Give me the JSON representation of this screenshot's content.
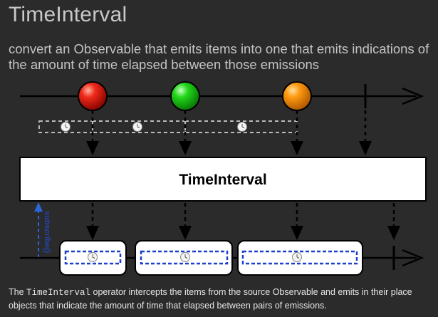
{
  "header": {
    "title": "TimeInterval",
    "subtitle": "convert an Observable that emits items into one that emits indications of the amount of time elapsed between those emissions"
  },
  "diagram": {
    "operator_label": "TimeInterval",
    "subscribe_label": "subscribe()",
    "source_items": [
      {
        "color_name": "red",
        "color": "#e01010"
      },
      {
        "color_name": "green",
        "color": "#10c010"
      },
      {
        "color_name": "orange",
        "color": "#f08a00"
      }
    ],
    "icons": [
      "clock-icon"
    ]
  },
  "caption": {
    "prefix": "The ",
    "code": "TimeInterval",
    "suffix": " operator intercepts the items from the source Observable and emits in their place objects that indicate the amount of time that elapsed between pairs of emissions."
  }
}
